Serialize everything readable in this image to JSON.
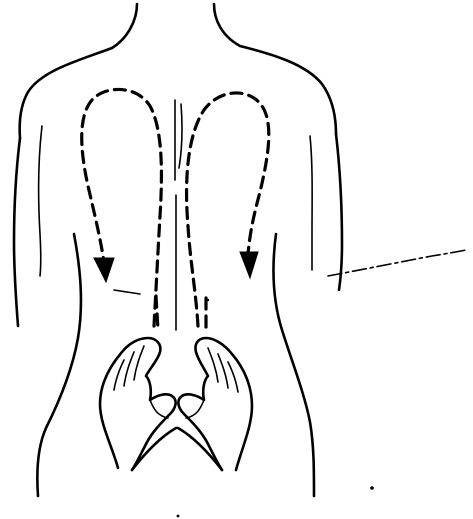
{
  "figure": {
    "subject": "massage-back-stroke",
    "background_color": "#ffffff",
    "line_color": "#000000",
    "left_loop_direction": "up-then-down-along-left-side",
    "right_loop_direction": "up-then-down-along-right-side"
  }
}
